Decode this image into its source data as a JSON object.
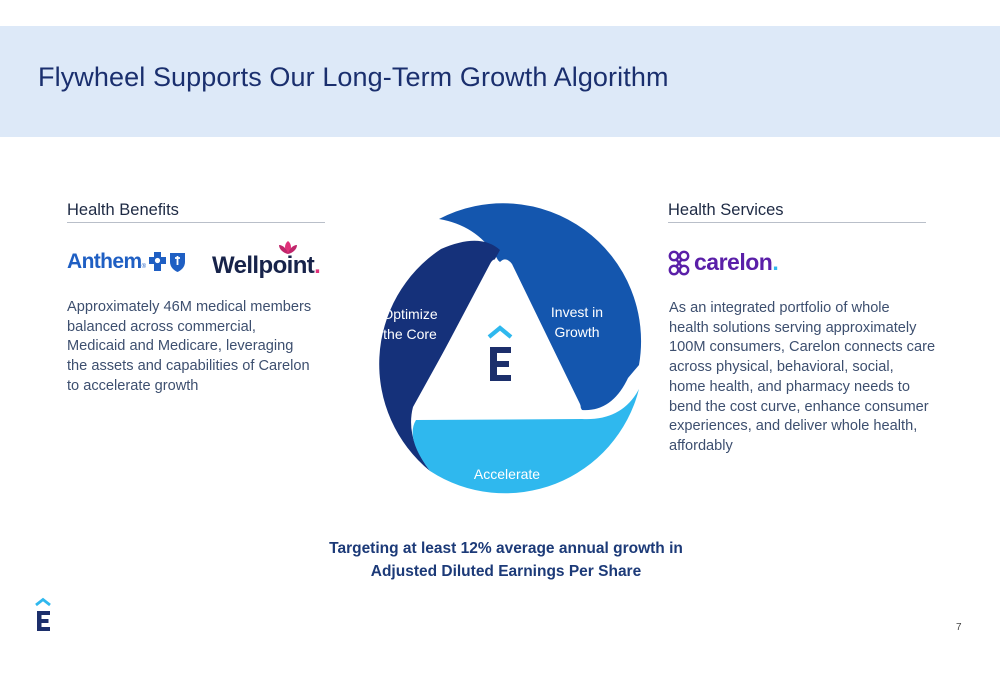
{
  "header": {
    "title": "Flywheel Supports Our Long-Term Growth Algorithm"
  },
  "health_benefits": {
    "heading": "Health Benefits",
    "brands": {
      "anthem": "Anthem",
      "anthem_mark": "®",
      "wellpoint": "Wellpoint",
      "wellpoint_mark": "."
    },
    "lines": [
      "Approximately 46M medical members",
      "balanced across commercial,",
      "Medicaid and Medicare, leveraging",
      "the assets and capabilities of Carelon",
      "to accelerate growth"
    ]
  },
  "health_services": {
    "heading": "Health Services",
    "brand": "carelon",
    "brand_mark": ".",
    "lines": [
      "As an integrated portfolio of whole",
      "health solutions serving approximately",
      "100M consumers, Carelon connects care",
      "across physical, behavioral, social,",
      "home health, and pharmacy needs to",
      "bend the cost curve, enhance consumer",
      "experiences, and deliver whole health,",
      "affordably"
    ]
  },
  "flywheel": {
    "segments": {
      "optimize": {
        "line1": "Optimize",
        "line2": "the Core"
      },
      "invest": {
        "line1": "Invest in",
        "line2": "Growth"
      },
      "accelerate": {
        "line1": "Accelerate"
      }
    },
    "colors": {
      "optimize": "#15317a",
      "invest": "#1456ae",
      "accelerate": "#2fb8ee"
    }
  },
  "target": {
    "line1": "Targeting at least 12% average annual growth in",
    "line2": "Adjusted Diluted Earnings Per Share"
  },
  "footer": {
    "page_number": "7"
  },
  "colors": {
    "header_band": "#dde9f8",
    "title": "#1a2f6e",
    "anthem_blue": "#1f5fc3",
    "carelon_purple": "#5a1fa8",
    "elevance_navy": "#1c2f6b",
    "elevance_cyan": "#2fb8ee"
  },
  "icons": [
    "anthem-blue-cross-icon",
    "anthem-blue-shield-icon",
    "wellpoint-flower-icon",
    "carelon-knot-icon",
    "elevance-e-icon"
  ]
}
